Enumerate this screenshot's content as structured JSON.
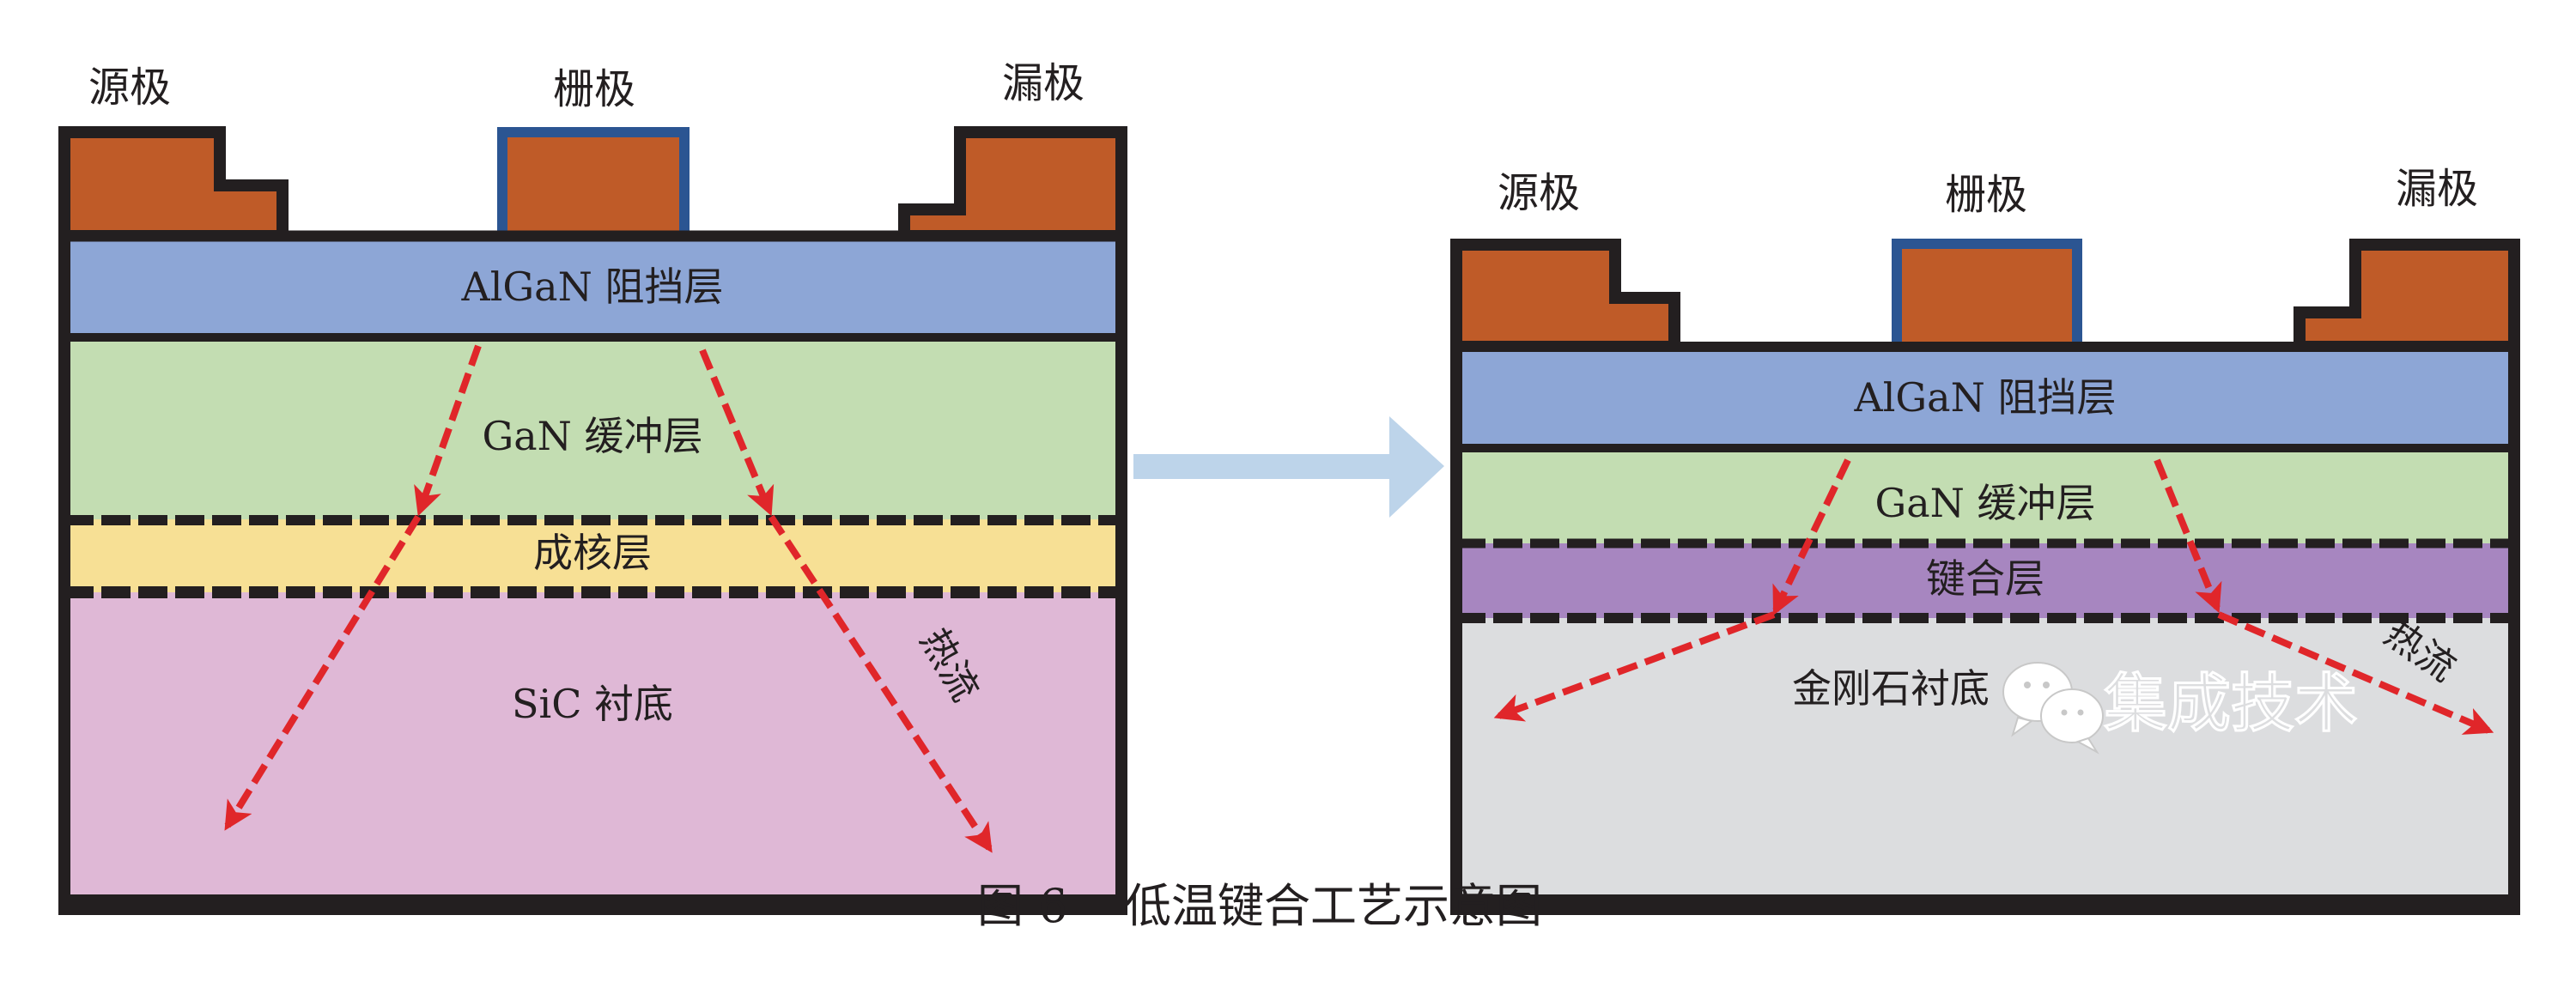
{
  "figure": {
    "caption_number": "图 6",
    "caption_title": "低温键合工艺示意图",
    "transition_arrow": "right-arrow-icon"
  },
  "colors": {
    "electrode": "#bf5b28",
    "gate_outline": "#2b5592",
    "outline": "#231f20",
    "algan": "#8da6d6",
    "gan": "#c3ddb2",
    "nucleation": "#f7e095",
    "sic": "#dfb8d6",
    "bonding": "#a786c0",
    "diamond": "#dcdddf",
    "heat_arrow": "#e0262a",
    "process_arrow": "#bdd4ea"
  },
  "left_diagram": {
    "electrodes": {
      "source": "源极",
      "gate": "栅极",
      "drain": "漏极"
    },
    "layers": {
      "barrier": "AlGaN 阻挡层",
      "buffer": "GaN 缓冲层",
      "nucleation": "成核层",
      "substrate": "SiC 衬底"
    },
    "heat_label": "热流"
  },
  "right_diagram": {
    "electrodes": {
      "source": "源极",
      "gate": "栅极",
      "drain": "漏极"
    },
    "layers": {
      "barrier": "AlGaN 阻挡层",
      "buffer": "GaN 缓冲层",
      "bonding": "键合层",
      "substrate": "金刚石衬底"
    },
    "heat_label": "热流",
    "watermark": {
      "icon": "wechat-icon",
      "text": "集成技术"
    }
  }
}
